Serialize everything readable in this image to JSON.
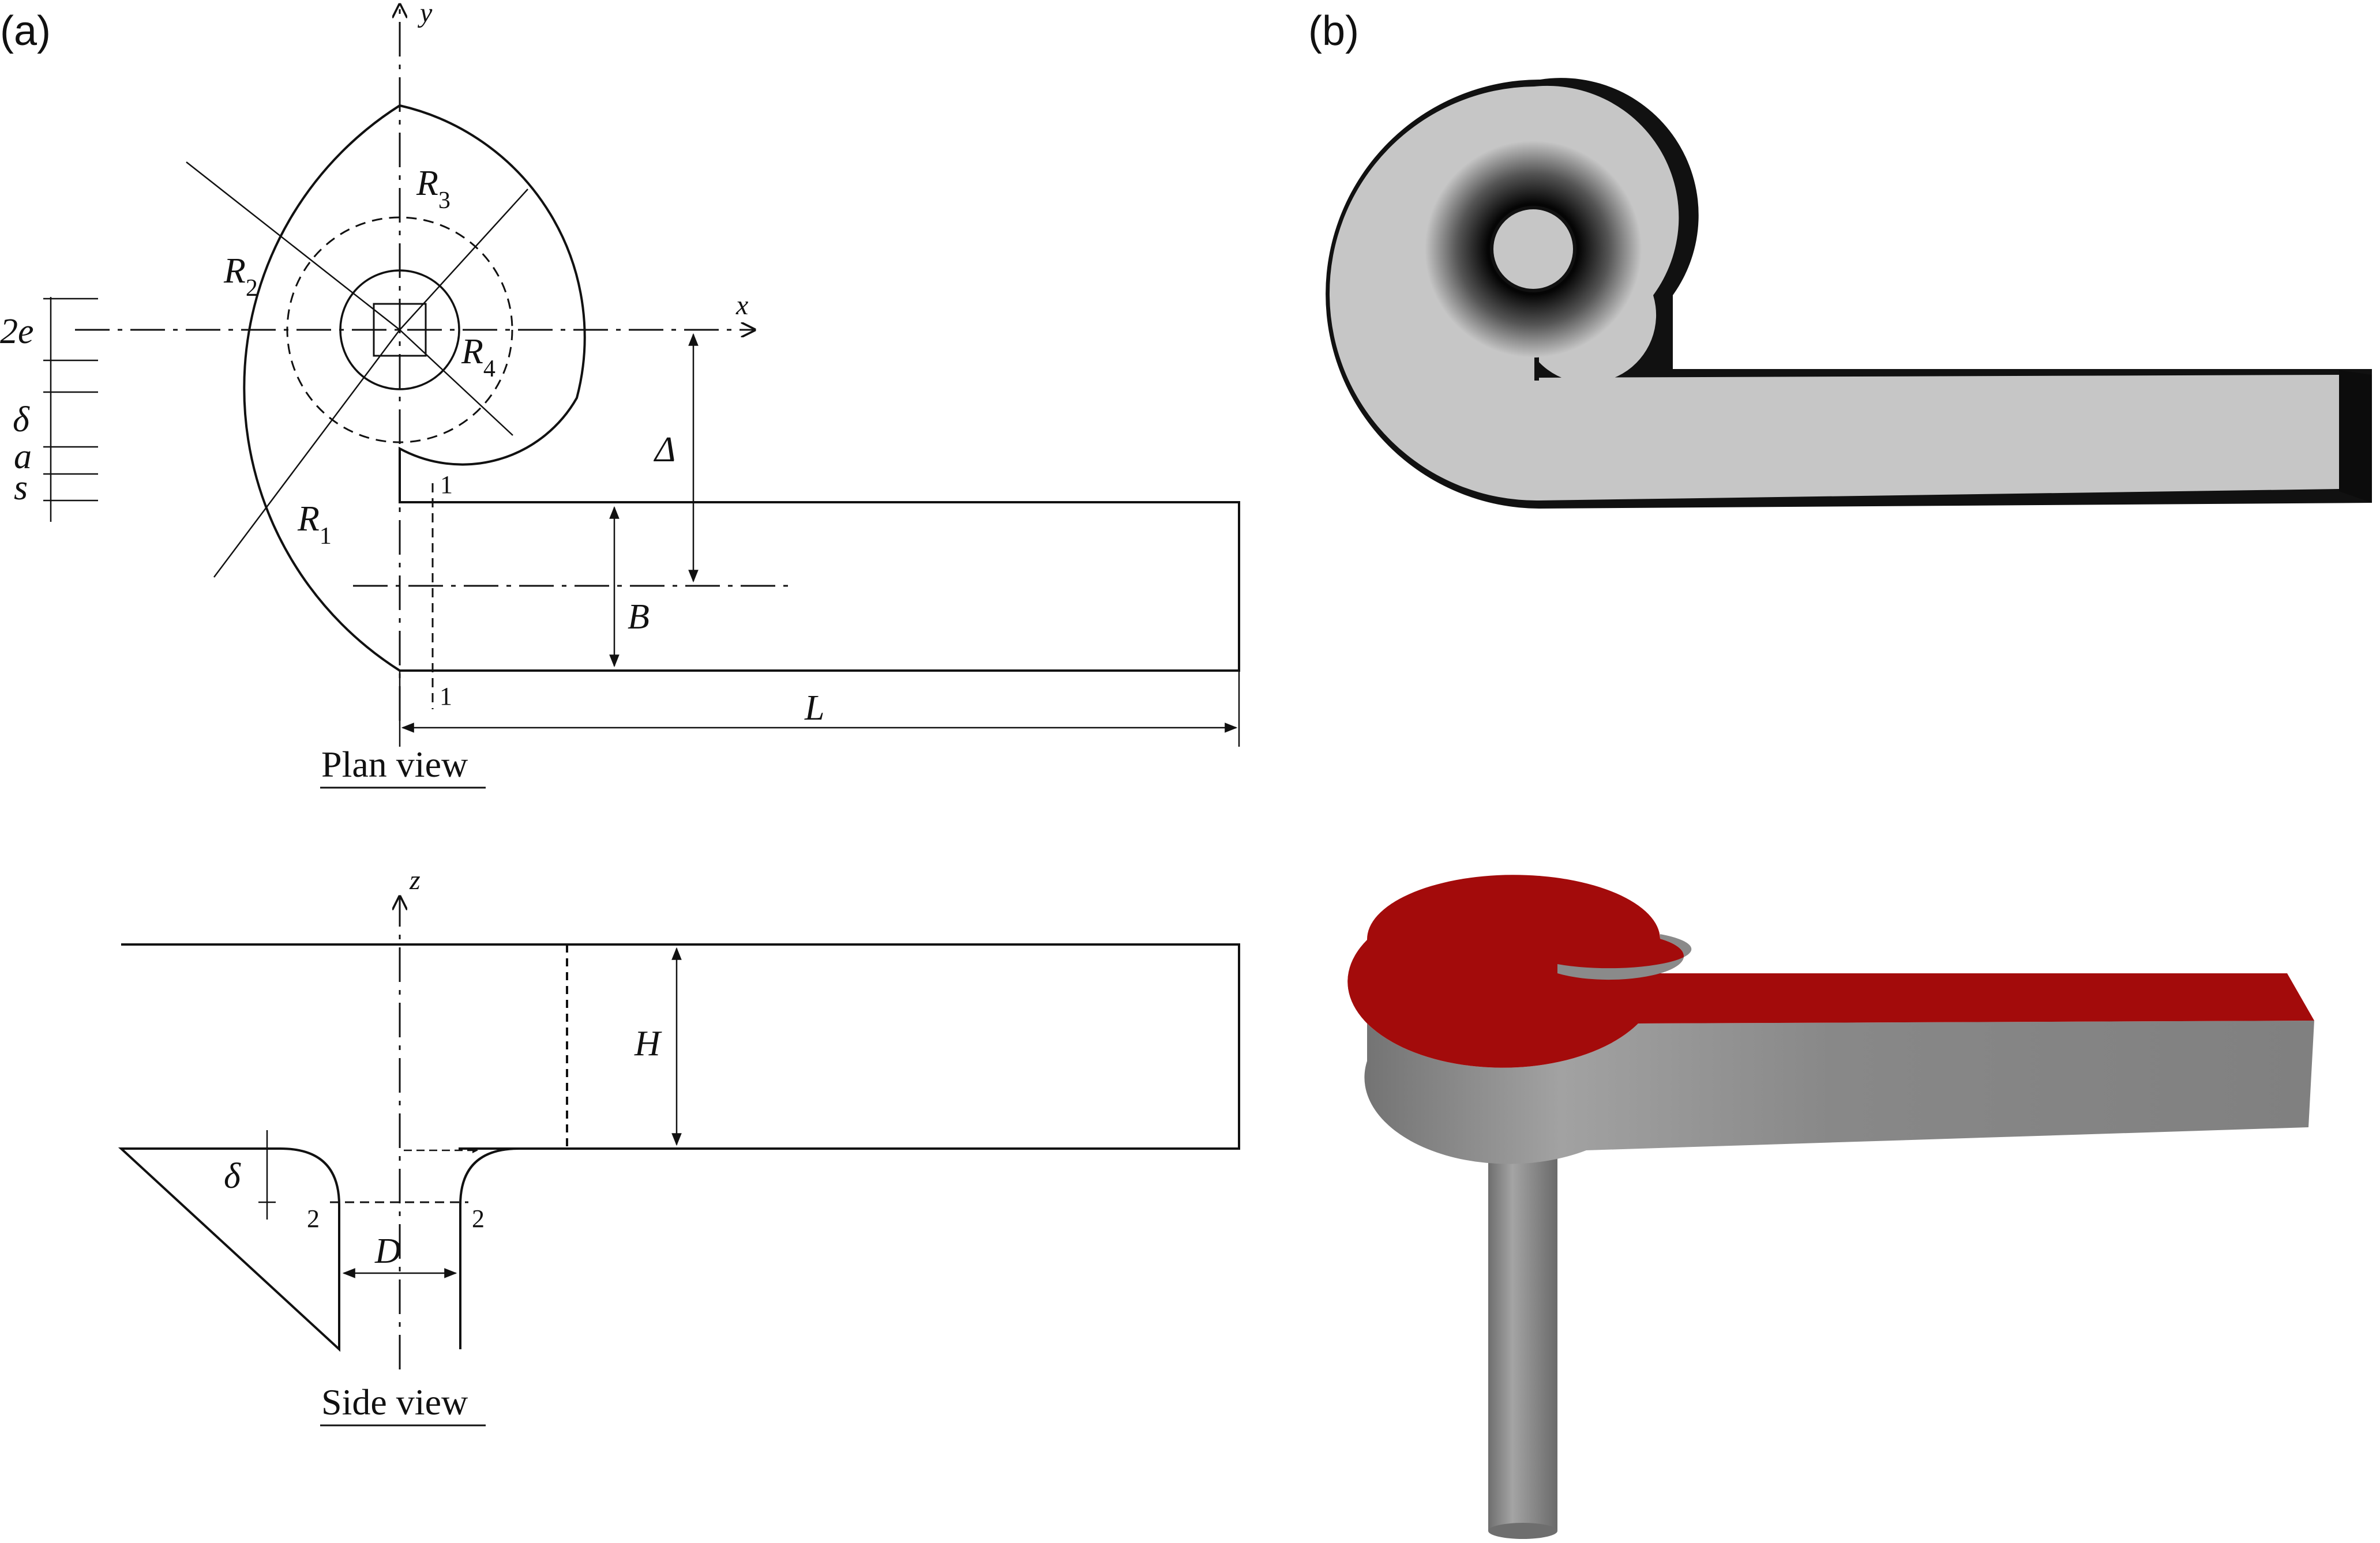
{
  "panels": [
    {
      "label": "(a)"
    },
    {
      "label": "(b)"
    }
  ],
  "plan_view": {
    "title": "Plan view",
    "axis_x": "x",
    "axis_y": "y",
    "r1": "R",
    "r1_sub": "1",
    "r2": "R",
    "r2_sub": "2",
    "r3": "R",
    "r3_sub": "3",
    "r4": "R",
    "r4_sub": "4",
    "dim_2e": "2e",
    "dim_delta": "δ",
    "dim_a": "a",
    "dim_s": "s",
    "dim_Delta": "Δ",
    "dim_B": "B",
    "dim_L": "L",
    "section_1": "1"
  },
  "side_view": {
    "title": "Side view",
    "axis_z": "z",
    "dim_H": "H",
    "dim_delta": "δ",
    "dim_D": "D",
    "section_2": "2"
  },
  "render_colors": {
    "surface_gray": "#c6c6c6",
    "outline_black": "#111111",
    "top_red": "#a30b0b",
    "side_gray": "#808080"
  }
}
